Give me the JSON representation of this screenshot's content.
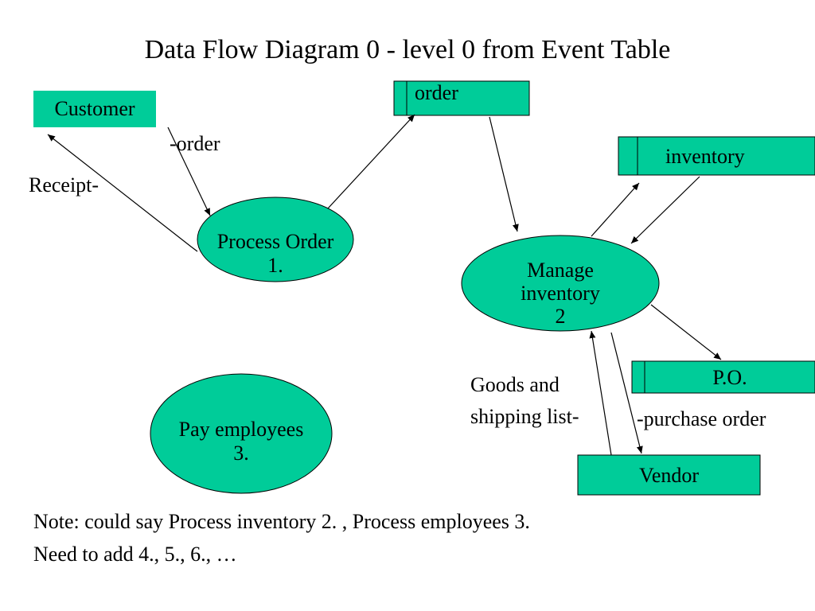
{
  "title": "Data Flow Diagram 0 - level 0 from Event Table",
  "colors": {
    "fill": "#00CC99",
    "stroke": "#000000"
  },
  "entities": {
    "customer": "Customer",
    "vendor": "Vendor"
  },
  "processes": {
    "process_order": {
      "name": "Process Order",
      "number": "1."
    },
    "manage_inventory": {
      "name_line1": "Manage",
      "name_line2": "inventory",
      "number": "2"
    },
    "pay_employees": {
      "name": "Pay employees",
      "number": "3."
    }
  },
  "data_stores": {
    "order": "order",
    "inventory": "inventory",
    "po": "P.O."
  },
  "flows": {
    "order": "-order",
    "receipt": "Receipt-",
    "goods_line1": "Goods and",
    "goods_line2": "shipping list-",
    "purchase_order": "-purchase order"
  },
  "notes": {
    "line1": "Note: could say Process inventory 2. , Process employees 3.",
    "line2": "Need to add 4., 5., 6., …"
  }
}
